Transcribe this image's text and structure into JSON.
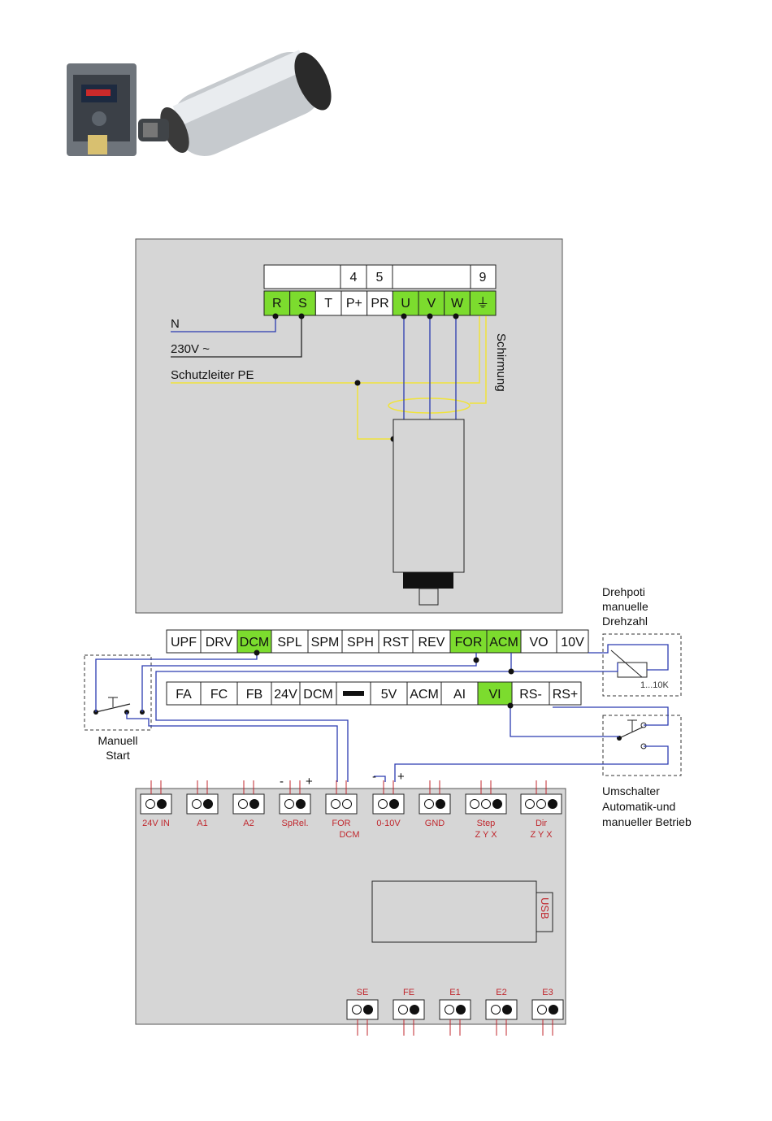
{
  "inverter_top": {
    "header": [
      "",
      "4",
      "5",
      "",
      "9"
    ],
    "terminals": [
      {
        "label": "R",
        "green": true
      },
      {
        "label": "S",
        "green": true
      },
      {
        "label": "T",
        "green": false
      },
      {
        "label": "P+",
        "green": false
      },
      {
        "label": "PR",
        "green": false
      },
      {
        "label": "U",
        "green": true
      },
      {
        "label": "V",
        "green": true
      },
      {
        "label": "W",
        "green": true
      },
      {
        "label": "⏚",
        "green": true
      }
    ]
  },
  "labels": {
    "n": "N",
    "v230": "230V ~",
    "pe": "Schutzleiter PE",
    "schirmung": "Schirmung",
    "poti_line1": "Drehpoti",
    "poti_line2": "manuelle",
    "poti_line3": "Drehzahl",
    "poti_value": "1...10K",
    "manual_line1": "Manuell",
    "manual_line2": "Start",
    "switch_line1": "Umschalter",
    "switch_line2": "Automatik-und",
    "switch_line3": "manueller Betrieb",
    "usb": "USB",
    "minus1": "-",
    "plus1": "+",
    "minus2": "-",
    "plus2": "+"
  },
  "control_row1": [
    {
      "label": "UPF",
      "green": false
    },
    {
      "label": "DRV",
      "green": false
    },
    {
      "label": "DCM",
      "green": true
    },
    {
      "label": "SPL",
      "green": false
    },
    {
      "label": "SPM",
      "green": false
    },
    {
      "label": "SPH",
      "green": false
    },
    {
      "label": "RST",
      "green": false
    },
    {
      "label": "REV",
      "green": false
    },
    {
      "label": "FOR",
      "green": true
    },
    {
      "label": "ACM",
      "green": true
    },
    {
      "label": "VO",
      "green": false
    },
    {
      "label": "10V",
      "green": false
    }
  ],
  "control_row2": [
    {
      "label": "FA",
      "green": false
    },
    {
      "label": "FC",
      "green": false
    },
    {
      "label": "FB",
      "green": false
    },
    {
      "label": "24V",
      "green": false
    },
    {
      "label": "DCM",
      "green": false
    },
    {
      "label": "—",
      "green": false
    },
    {
      "label": "5V",
      "green": false
    },
    {
      "label": "ACM",
      "green": false
    },
    {
      "label": "AI",
      "green": false
    },
    {
      "label": "VI",
      "green": true
    },
    {
      "label": "RS-",
      "green": false
    },
    {
      "label": "RS+",
      "green": false
    }
  ],
  "board_top_connectors": [
    {
      "l1": "24V IN",
      "l2": ""
    },
    {
      "l1": "A1",
      "l2": ""
    },
    {
      "l1": "A2",
      "l2": ""
    },
    {
      "l1": "SpRel.",
      "l2": ""
    },
    {
      "l1": "FOR",
      "l2": "DCM"
    },
    {
      "l1": "0-10V",
      "l2": ""
    },
    {
      "l1": "GND",
      "l2": ""
    },
    {
      "l1": "Step",
      "l2": "Z Y X"
    },
    {
      "l1": "Dir",
      "l2": "Z Y X"
    }
  ],
  "board_bottom_connectors": [
    "SE",
    "FE",
    "E1",
    "E2",
    "E3"
  ],
  "colors": {
    "terminal_green": "#7cdc2e",
    "panel_gray": "#d6d6d6",
    "wire_blue": "#2b3bb0",
    "wire_yellow": "#f0e33a",
    "label_red": "#c0272d"
  }
}
